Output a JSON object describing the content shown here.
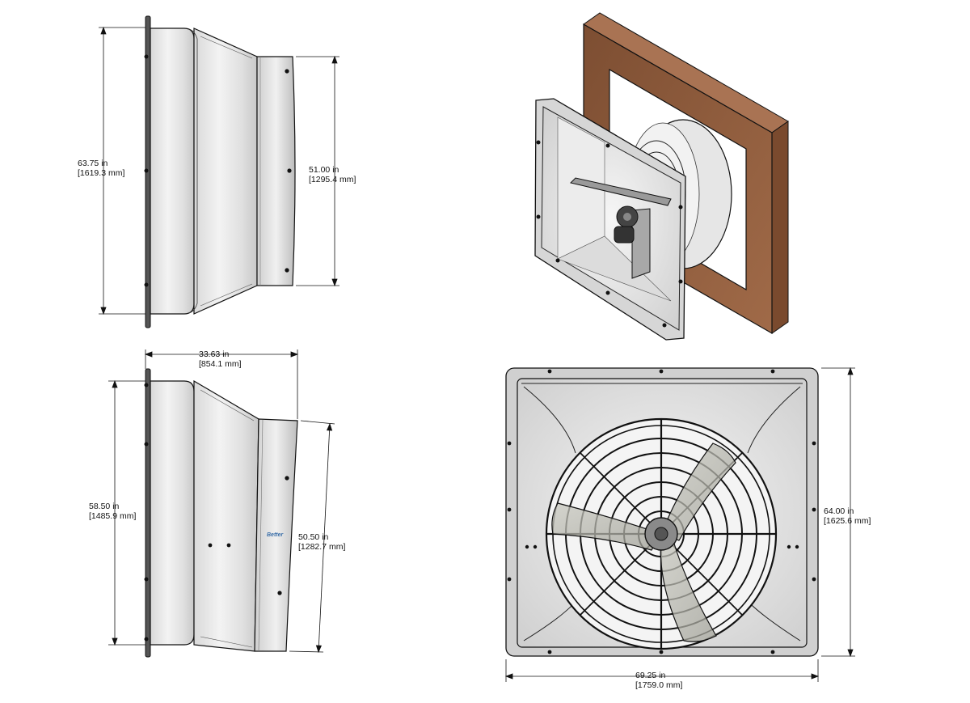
{
  "views": {
    "side_top": {
      "height_dim": {
        "inch": "63.75 in",
        "mm": "[1619.3 mm]"
      },
      "outlet_dim": {
        "inch": "51.00 in",
        "mm": "[1295.4 mm]"
      }
    },
    "side_bottom": {
      "depth_dim": {
        "inch": "33.63 in",
        "mm": "[854.1 mm]"
      },
      "height_dim": {
        "inch": "58.50 in",
        "mm": "[1485.9 mm]"
      },
      "outlet_dim": {
        "inch": "50.50 in",
        "mm": "[1282.7 mm]"
      },
      "logo_text": "Better"
    },
    "front": {
      "height_dim": {
        "inch": "64.00 in",
        "mm": "[1625.6 mm]"
      },
      "width_dim": {
        "inch": "69.25 in",
        "mm": "[1759.0 mm]"
      }
    }
  },
  "colors": {
    "line": "#111111",
    "sheet_metal": "#e4e4e4",
    "wood": "#8a5a3c"
  }
}
